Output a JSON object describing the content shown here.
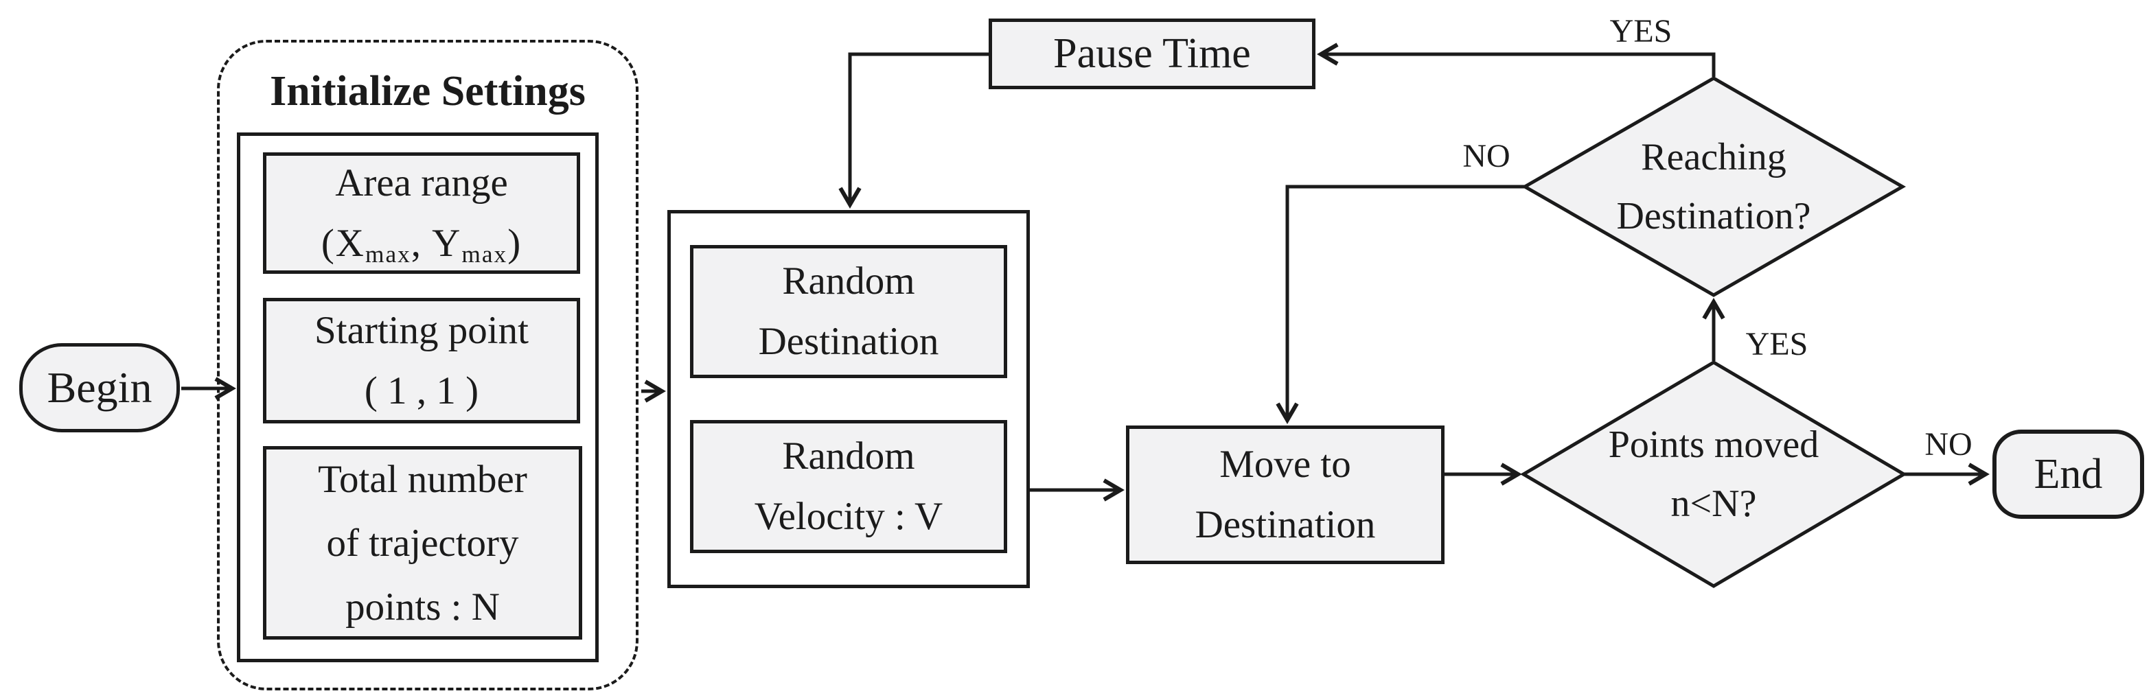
{
  "colors": {
    "stroke": "#1b1b1b",
    "node_fill": "#f2f2f3",
    "background": "#ffffff"
  },
  "nodes": {
    "begin": {
      "label": "Begin"
    },
    "init_group": {
      "title": "Initialize Settings",
      "area_range": {
        "line1": "Area range",
        "p_open": "(X",
        "sub1": "max",
        "p_mid": ", Y",
        "sub2": "max",
        "p_close": ")"
      },
      "starting_point": {
        "line1": "Starting point",
        "line2": "( 1 , 1 )"
      },
      "total_points": {
        "line1": "Total number",
        "line2": "of trajectory",
        "line3": "points : N"
      }
    },
    "random_group": {
      "random_destination": {
        "line1": "Random",
        "line2": "Destination"
      },
      "random_velocity": {
        "line1": "Random",
        "line2": "Velocity : V"
      }
    },
    "pause_time": {
      "label": "Pause Time"
    },
    "move_to_destination": {
      "line1": "Move to",
      "line2": "Destination"
    },
    "reaching_destination": {
      "line1": "Reaching",
      "line2": "Destination?"
    },
    "points_moved": {
      "line1": "Points moved",
      "line2": "n<N?"
    },
    "end": {
      "label": "End"
    }
  },
  "edge_labels": {
    "reaching_yes": "YES",
    "reaching_no": "NO",
    "points_yes": "YES",
    "points_no": "NO"
  }
}
